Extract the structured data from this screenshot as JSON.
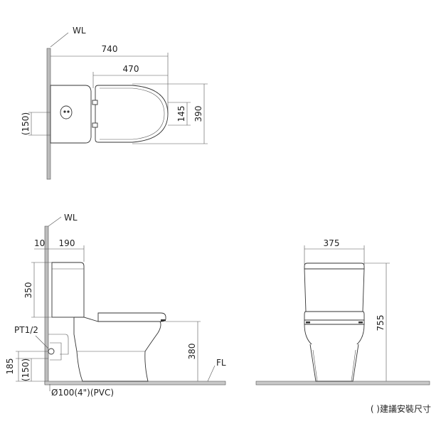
{
  "top_view": {
    "wall_label": "WL",
    "dim_overall_length": "740",
    "dim_seat_length": "470",
    "dim_bolt_spacing": "145",
    "dim_overall_width": "390",
    "dim_inlet_height": "(150)"
  },
  "side_view": {
    "wall_label": "WL",
    "dim_wall_gap": "10",
    "dim_tank_depth": "190",
    "dim_tank_height": "350",
    "dim_seat_height": "380",
    "dim_inlet_from_floor": "185",
    "dim_inlet_offset": "(150)",
    "valve_label": "PT1/2",
    "floor_label": "FL",
    "drain_label": "Ø100(4\")(PVC)"
  },
  "front_view": {
    "dim_width": "375",
    "dim_height": "755"
  },
  "note": "( )建議安裝尺寸"
}
